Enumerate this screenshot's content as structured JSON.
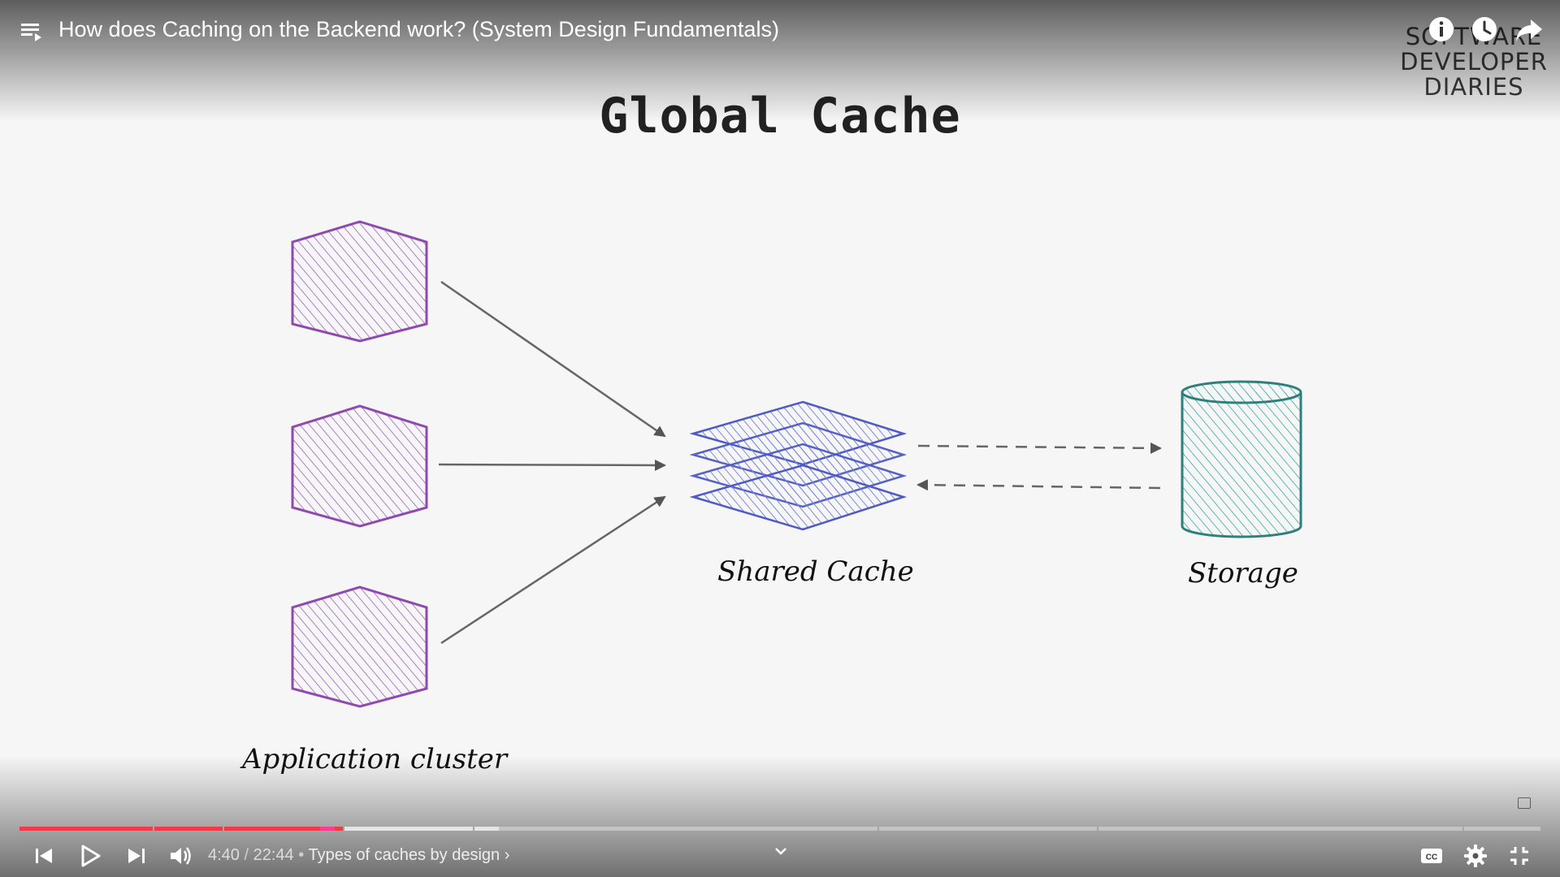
{
  "player": {
    "title": "How does Caching on the Backend work? (System Design Fundamentals)",
    "watermark_lines": [
      "SOFTWARE",
      "DEVELOPER",
      "DIARIES"
    ],
    "controls": {
      "current_time": "4:40",
      "duration": "22:44",
      "separator": " / ",
      "chapter_prefix": "•",
      "chapter": "Types of caches by design",
      "chapter_chevron": "›"
    },
    "progress": {
      "played_fraction": 0.208,
      "buffered_fraction": 0.257
    },
    "icons": {
      "top_left": "playlist-icon",
      "top_right": [
        "info-icon",
        "watch-later-icon",
        "share-icon"
      ],
      "bottom_left": [
        "previous-icon",
        "play-icon",
        "next-icon",
        "volume-icon"
      ],
      "bottom_right": [
        "captions-icon",
        "settings-icon",
        "exit-fullscreen-icon"
      ]
    },
    "colors": {
      "progress_played": "#f03949",
      "hexagon": "#9b52b8",
      "cache_layers": "#5c68c9",
      "storage": "#2f8f8c"
    }
  },
  "slide": {
    "title": "Global Cache",
    "labels": {
      "app_cluster": "Application cluster",
      "shared_cache": "Shared Cache",
      "storage": "Storage"
    }
  }
}
